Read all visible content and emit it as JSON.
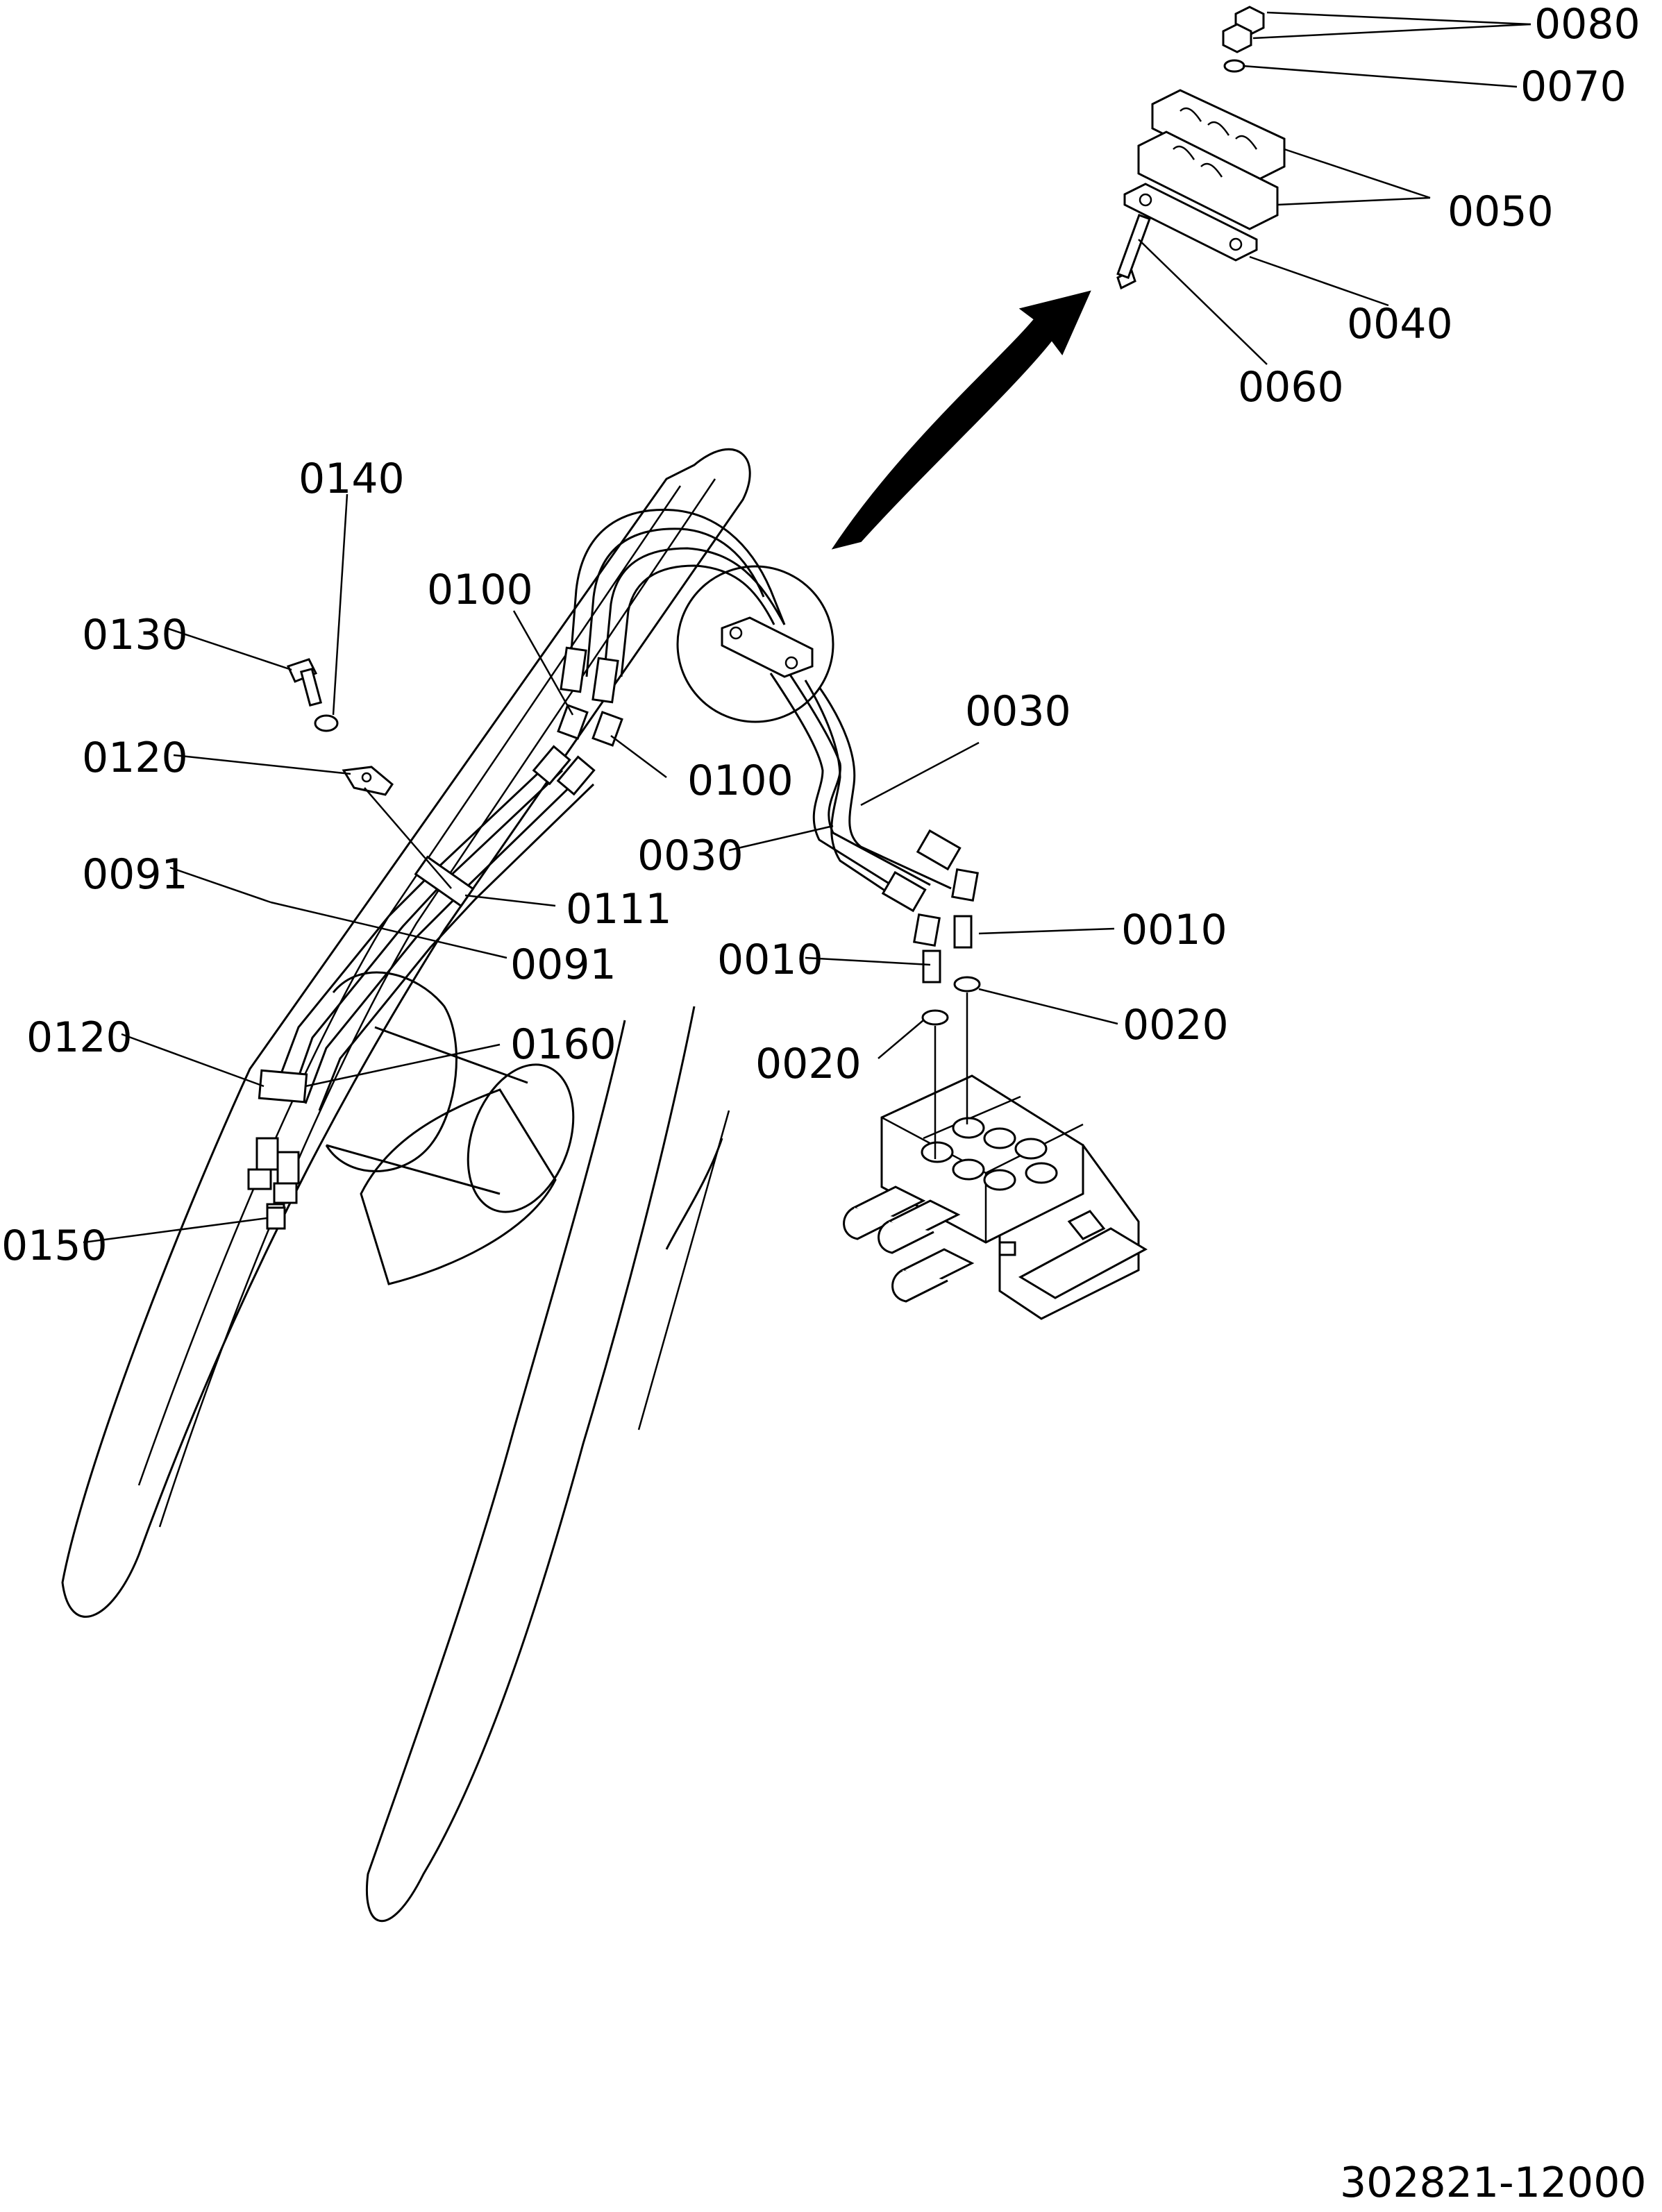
{
  "drawing_number": "302821-12000",
  "callouts": {
    "p0080": "0080",
    "p0070": "0070",
    "p0050": "0050",
    "p0040": "0040",
    "p0060": "0060",
    "p0140": "0140",
    "p0130": "0130",
    "p0100_a": "0100",
    "p0100_b": "0100",
    "p0120_a": "0120",
    "p0120_b": "0120",
    "p0030_a": "0030",
    "p0030_b": "0030",
    "p0091_a": "0091",
    "p0091_b": "0091",
    "p0111": "0111",
    "p0010_a": "0010",
    "p0010_b": "0010",
    "p0020_a": "0020",
    "p0020_b": "0020",
    "p0160": "0160",
    "p0150": "0150"
  }
}
